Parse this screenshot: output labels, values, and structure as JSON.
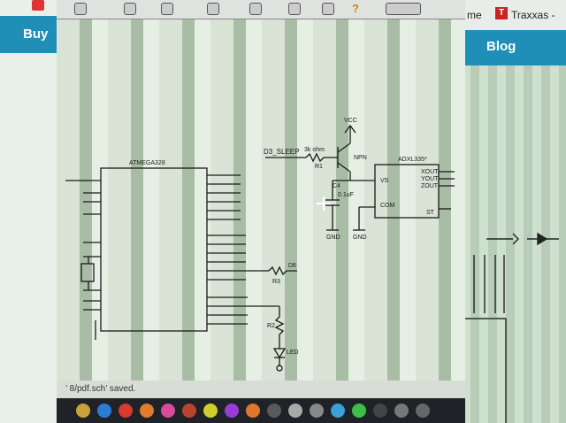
{
  "left_window": {
    "nav_label": "Buy"
  },
  "right_window": {
    "tab_partial": "me",
    "tab_title": "Traxxas -",
    "tab_logo": "T",
    "nav_label": "Blog"
  },
  "toolbar": {
    "help_glyph": "?"
  },
  "schematic": {
    "mcu_label": "ATMEGA328",
    "accel_label": "ADXL335*",
    "vcc_label": "VCC",
    "net_sleep": "D3_SLEEP",
    "resistor_r1_value": "3k ohm",
    "resistor_r1_ref": "R1",
    "transistor_label": "NPN",
    "cap_label": "C4",
    "cap_value": "0.1uF",
    "gnd1": "GND",
    "gnd2": "GND",
    "accel_pins": [
      "XOUT",
      "YOUT",
      "ZOUT",
      "VS",
      "COM",
      "ST"
    ],
    "r2_ref": "R2",
    "r3_ref": "R3",
    "net_d6": "D6",
    "led_label": "LED"
  },
  "status_text": "’ 8/pdf.sch’ saved.",
  "colors": {
    "accent": "#1f8fb8",
    "wire": "#1a1a1a",
    "canvas": "#d9e4d6"
  }
}
